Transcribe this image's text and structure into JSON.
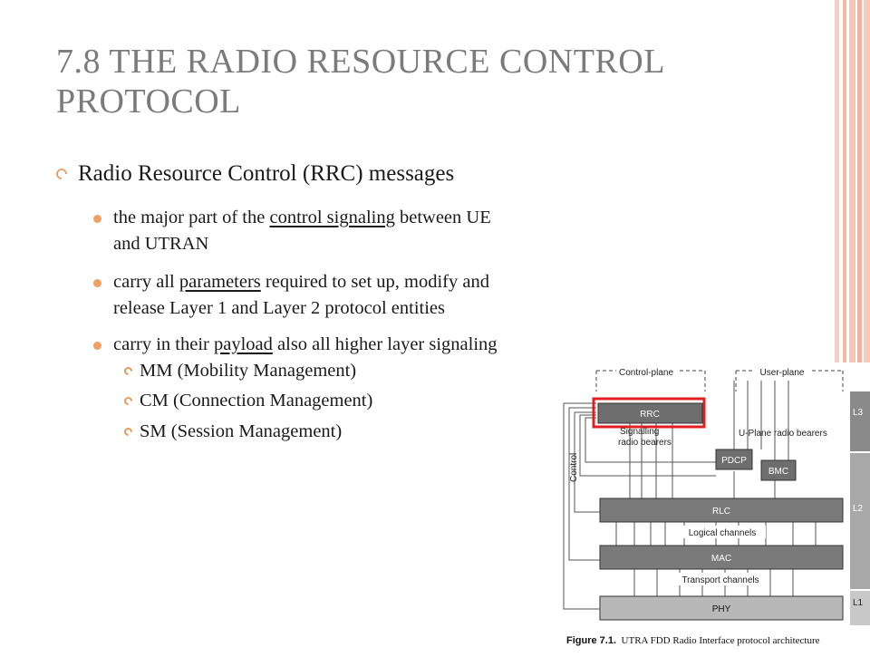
{
  "slide": {
    "title_line1": "7.8 THE RADIO RESOURCE CONTROL",
    "title_line2": "PROTOCOL",
    "heading": "Radio Resource Control (RRC) messages",
    "bullets": [
      {
        "pre": "the major part of the ",
        "u": "control signaling",
        "post": " between UE",
        "line2": "and UTRAN"
      },
      {
        "pre": "carry all ",
        "u": "parameters",
        "post": " required to set up, modify and",
        "line2": "release Layer 1 and Layer 2 protocol entities"
      },
      {
        "pre": "carry in their ",
        "u": "payload",
        "post": " also all higher layer signaling",
        "line2": ""
      }
    ],
    "sub_bullets": [
      "MM (Mobility Management)",
      "CM (Connection Management)",
      "SM (Session Management)"
    ]
  },
  "figure": {
    "control_plane": "Control-plane",
    "user_plane": "User-plane",
    "rrc": "RRC",
    "signalling_line1": "Signalling",
    "signalling_line2": "radio bearers",
    "uplane": "U-Plane radio bearers",
    "pdcp": "PDCP",
    "bmc": "BMC",
    "control": "Control",
    "rlc": "RLC",
    "logical": "Logical channels",
    "mac": "MAC",
    "transport": "Transport channels",
    "phy": "PHY",
    "l3": "L3",
    "l2": "L2",
    "l1": "L1",
    "caption_label": "Figure 7.1.",
    "caption_text": "UTRA FDD Radio Interface protocol architecture",
    "highlight_color": "#e02020"
  },
  "colors": {
    "title": "#7b7b7b",
    "bullet": "#f0a060",
    "stripe": "#f4b8a4"
  }
}
